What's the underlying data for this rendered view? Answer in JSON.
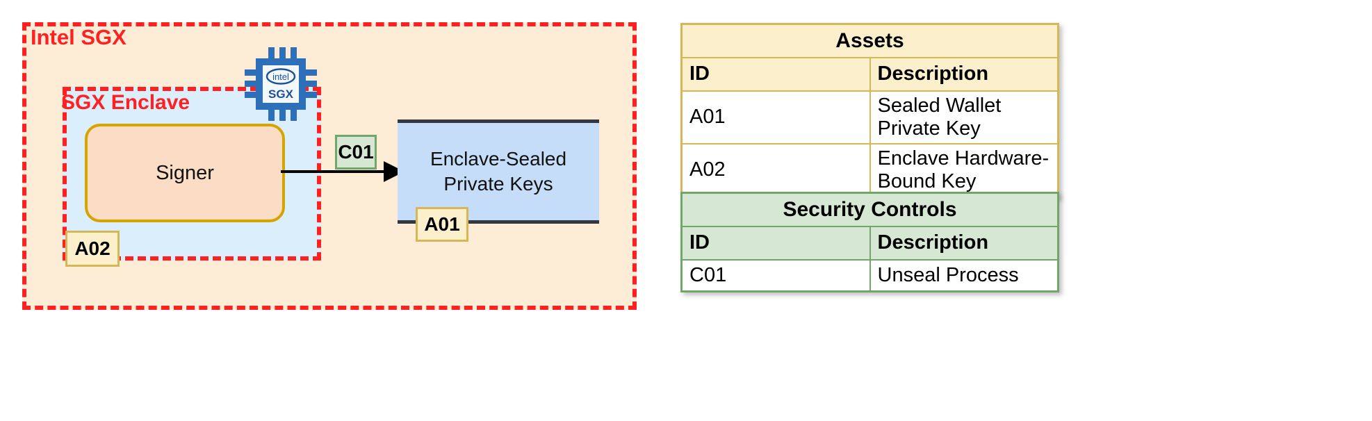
{
  "diagram": {
    "trust_boundaries": [
      {
        "id": "intel-sgx",
        "label": "Intel SGX",
        "style": "red-dashed",
        "fill": "#FDECD6"
      },
      {
        "id": "sgx-enclave",
        "label": "SGX Enclave",
        "style": "red-dashed",
        "fill": "#DBEEFB"
      }
    ],
    "process": {
      "label": "Signer",
      "fill": "#FBDCC4",
      "border": "#D6A400"
    },
    "datastore": {
      "label_line1": "Enclave-Sealed",
      "label_line2": "Private Keys",
      "fill": "#C5DDF8",
      "border": "#333840"
    },
    "chip_icon": {
      "name": "intel-sgx-chip-icon",
      "brand": "intel",
      "sub": "SGX",
      "color": "#2E6FBA"
    },
    "flow": {
      "from": "Signer",
      "to": "Enclave-Sealed Private Keys",
      "control": "C01"
    },
    "badges": [
      {
        "id": "C01",
        "kind": "control",
        "label": "C01"
      },
      {
        "id": "A01",
        "kind": "asset",
        "label": "A01"
      },
      {
        "id": "A02",
        "kind": "asset",
        "label": "A02"
      }
    ]
  },
  "legend": {
    "assets": {
      "title": "Assets",
      "accent": "#D6B656",
      "header": {
        "id": "ID",
        "description": "Description"
      },
      "rows": [
        {
          "id": "A01",
          "description": "Sealed Wallet Private Key"
        },
        {
          "id": "A02",
          "description": "Enclave Hardware-Bound Key"
        }
      ]
    },
    "controls": {
      "title": "Security Controls",
      "accent": "#70A766",
      "header": {
        "id": "ID",
        "description": "Description"
      },
      "rows": [
        {
          "id": "C01",
          "description": "Unseal Process"
        }
      ]
    }
  }
}
